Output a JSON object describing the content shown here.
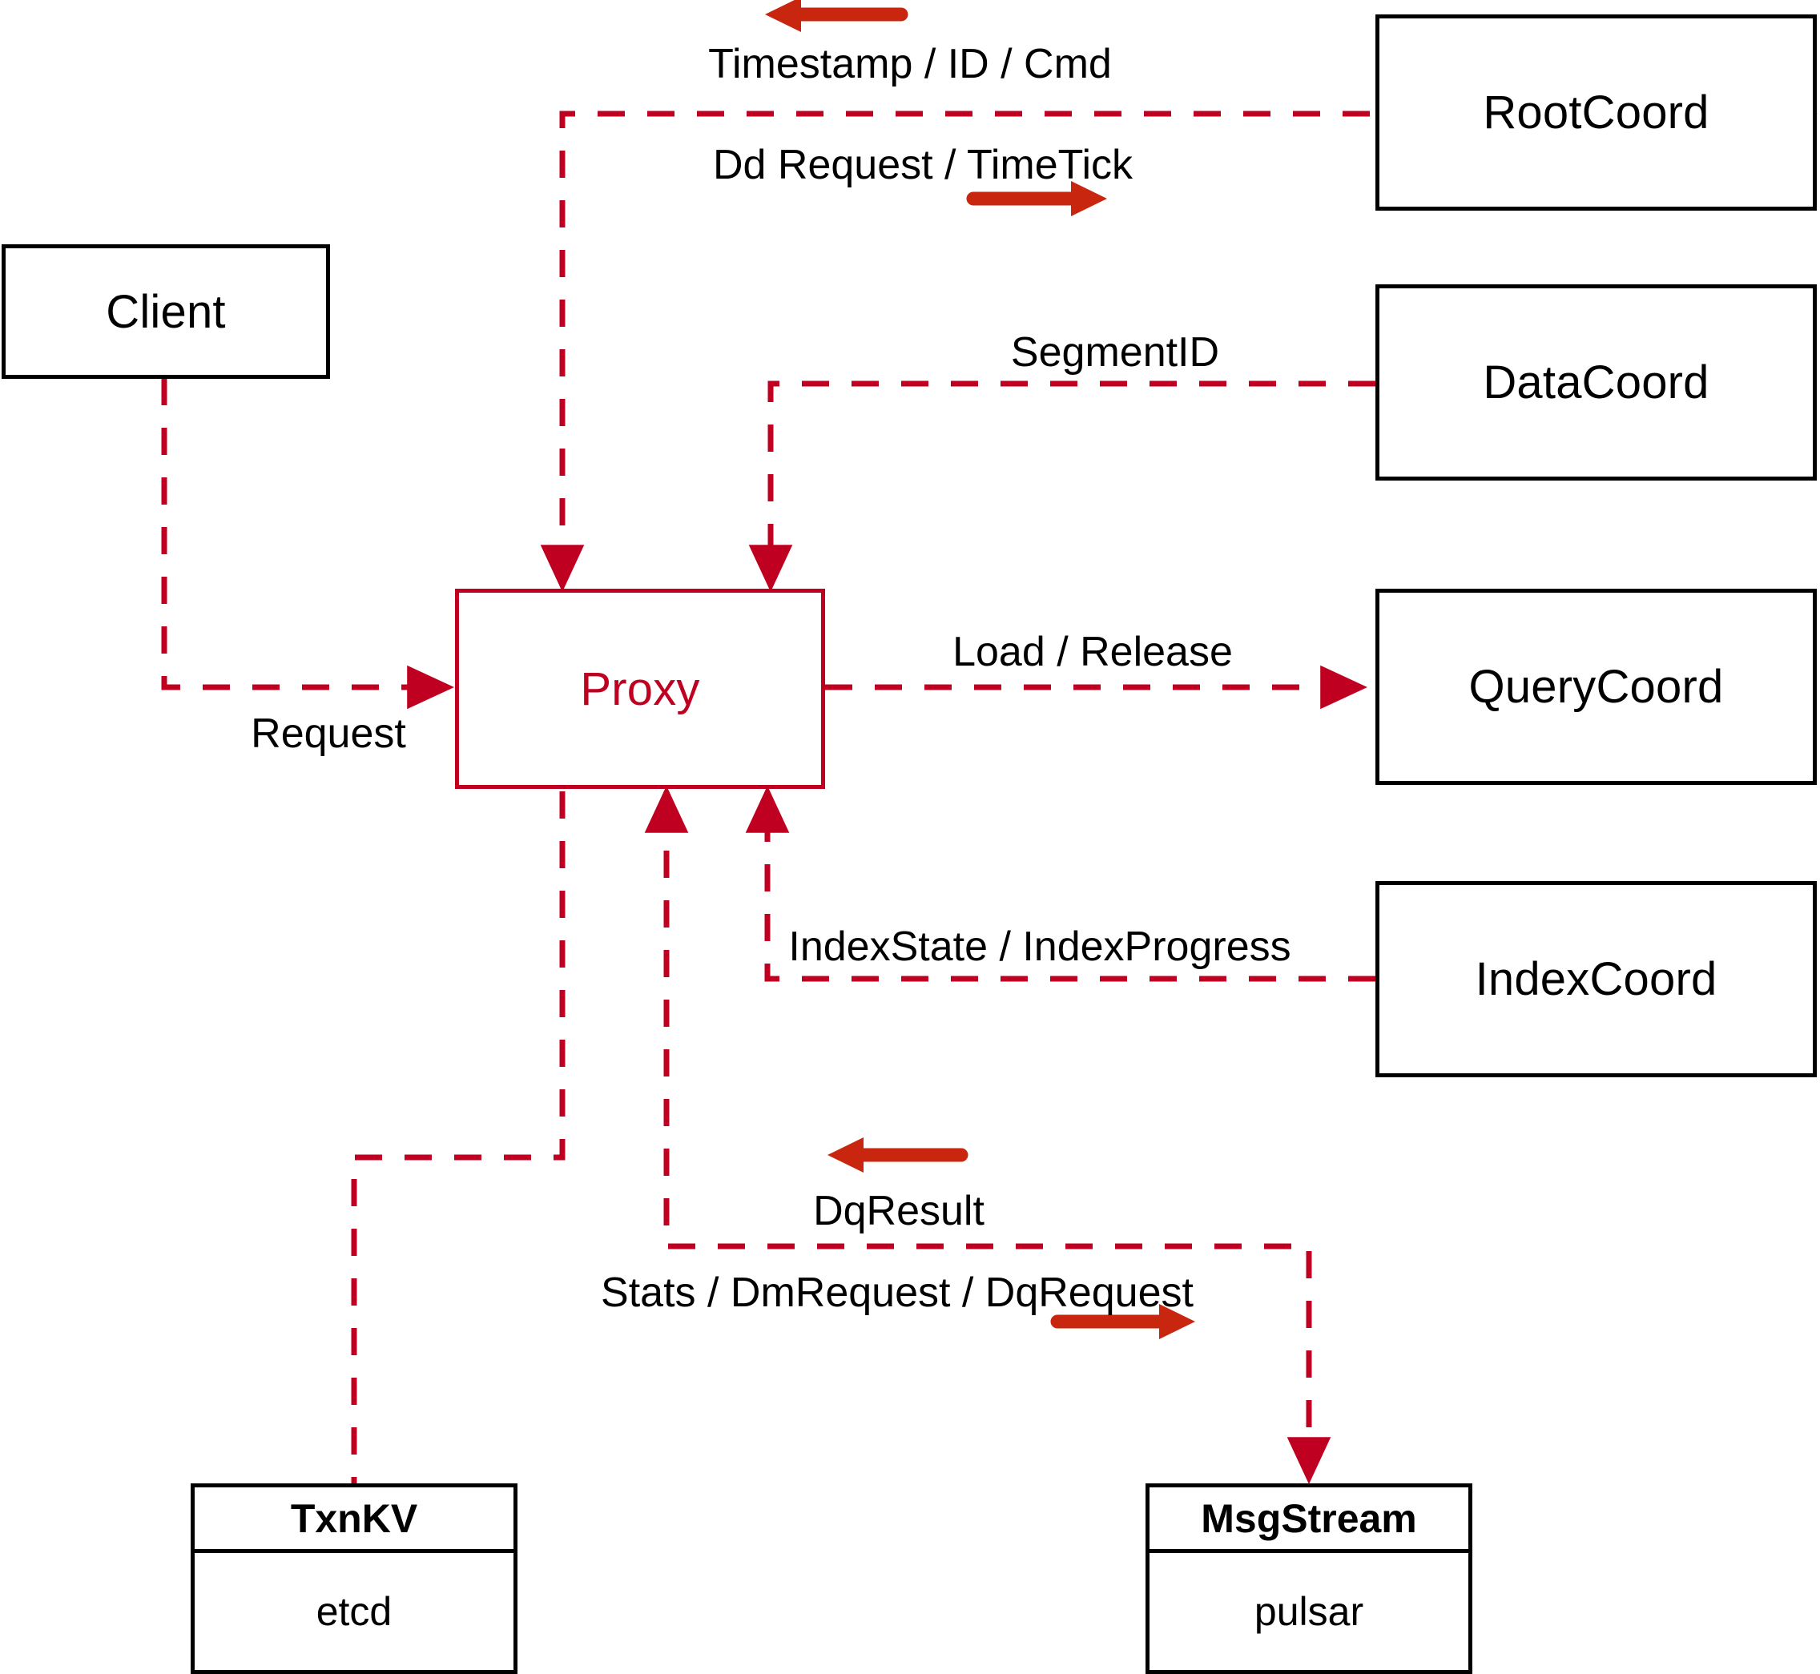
{
  "diagram": {
    "title": "Milvus Proxy interaction diagram",
    "colors": {
      "wire": "#C00020",
      "arrow_bold": "#C8260E",
      "node_border": "#000000",
      "proxy_border": "#C00020",
      "proxy_text": "#C00020",
      "background": "#FFFFFF"
    },
    "nodes": [
      {
        "id": "client",
        "label": "Client",
        "style": "black"
      },
      {
        "id": "proxy",
        "label": "Proxy",
        "style": "red"
      },
      {
        "id": "rootcoord",
        "label": "RootCoord",
        "style": "black"
      },
      {
        "id": "datacoord",
        "label": "DataCoord",
        "style": "black"
      },
      {
        "id": "querycoord",
        "label": "QueryCoord",
        "style": "black"
      },
      {
        "id": "indexcoord",
        "label": "IndexCoord",
        "style": "black"
      }
    ],
    "stacked_nodes": [
      {
        "id": "txnkv",
        "title": "TxnKV",
        "impl": "etcd"
      },
      {
        "id": "msgstream",
        "title": "MsgStream",
        "impl": "pulsar"
      }
    ],
    "edge_labels": [
      {
        "id": "timestamp-id-cmd",
        "text": "Timestamp / ID / Cmd"
      },
      {
        "id": "dd-request-timetick",
        "text": "Dd Request / TimeTick"
      },
      {
        "id": "segmentid",
        "text": "SegmentID"
      },
      {
        "id": "request",
        "text": "Request"
      },
      {
        "id": "load-release",
        "text": "Load / Release"
      },
      {
        "id": "indexstate-indexprogress",
        "text": "IndexState / IndexProgress"
      },
      {
        "id": "dqresult",
        "text": "DqResult"
      },
      {
        "id": "stats-dmrequest-dqrequest",
        "text": "Stats / DmRequest / DqRequest"
      }
    ]
  }
}
